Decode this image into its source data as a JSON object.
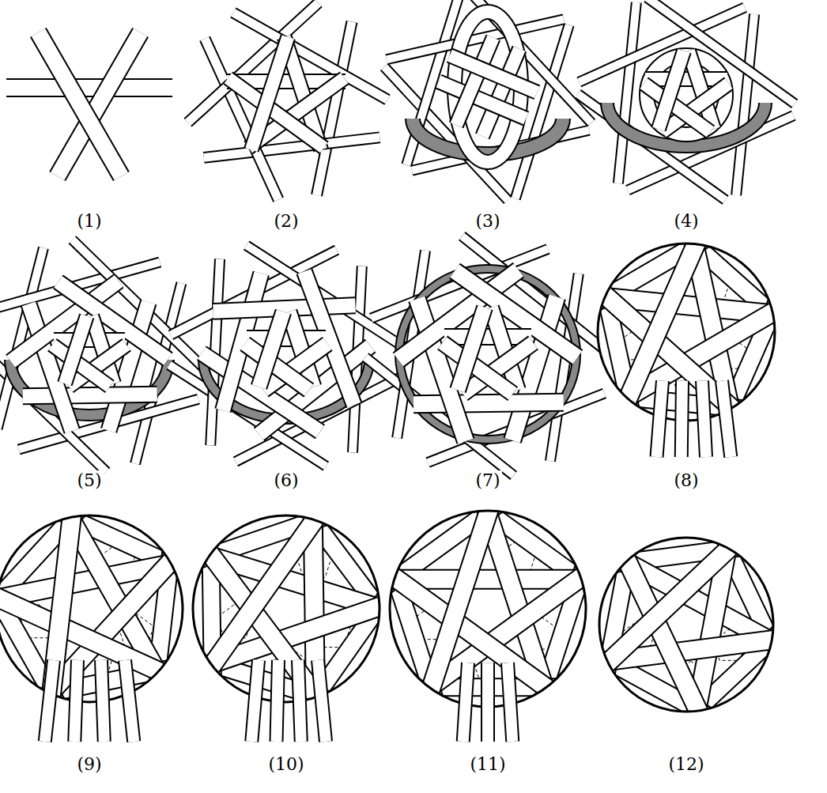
{
  "diagram": {
    "labels": [
      "(1)",
      "(2)",
      "(3)",
      "(4)",
      "(5)",
      "(6)",
      "(7)",
      "(8)",
      "(9)",
      "(10)",
      "(11)",
      "(12)"
    ]
  }
}
